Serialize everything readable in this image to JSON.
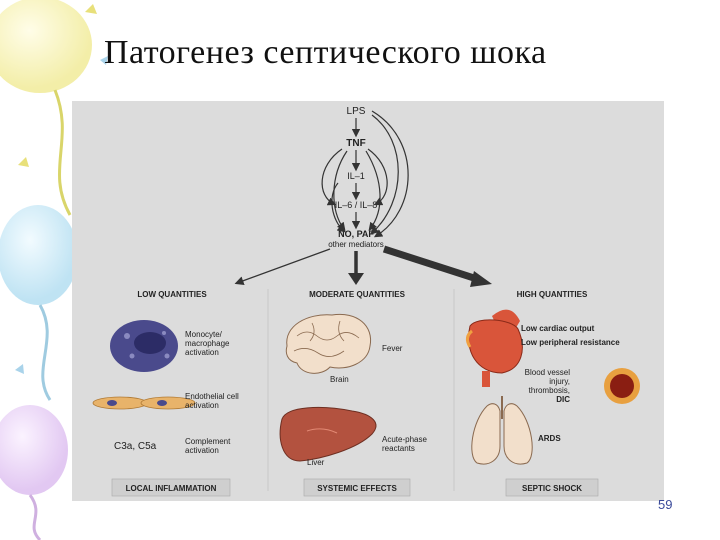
{
  "slide": {
    "title": "Патогенез септического шока",
    "page_number": "59"
  },
  "cascade": [
    "LPS",
    "TNF",
    "IL–1",
    "IL–6 / IL–8",
    "NO, PAF"
  ],
  "cascade_note": "other mediators",
  "columns": [
    {
      "header": "LOW QUANTITIES",
      "items": [
        "Monocyte/",
        "macrophage",
        "activation",
        "Endothelial cell",
        "activation",
        "Complement",
        "activation"
      ],
      "complement_symbols": "C3a, C5a",
      "footer": "LOCAL INFLAMMATION"
    },
    {
      "header": "MODERATE QUANTITIES",
      "items": [
        "Fever",
        "Brain",
        "Acute-phase",
        "reactants",
        "Liver"
      ],
      "footer": "SYSTEMIC EFFECTS"
    },
    {
      "header": "HIGH QUANTITIES",
      "items": [
        "Low cardiac output",
        "Low peripheral resistance",
        "Blood vessel",
        "injury,",
        "thrombosis,",
        "DIC",
        "ARDS"
      ],
      "footer": "SEPTIC SHOCK"
    }
  ],
  "colors": {
    "panel": "#dcdcdc",
    "heart": "#d9553a",
    "liver": "#b3523f",
    "monocyte": "#4a4a8c",
    "brain": "#f2dfcb"
  }
}
